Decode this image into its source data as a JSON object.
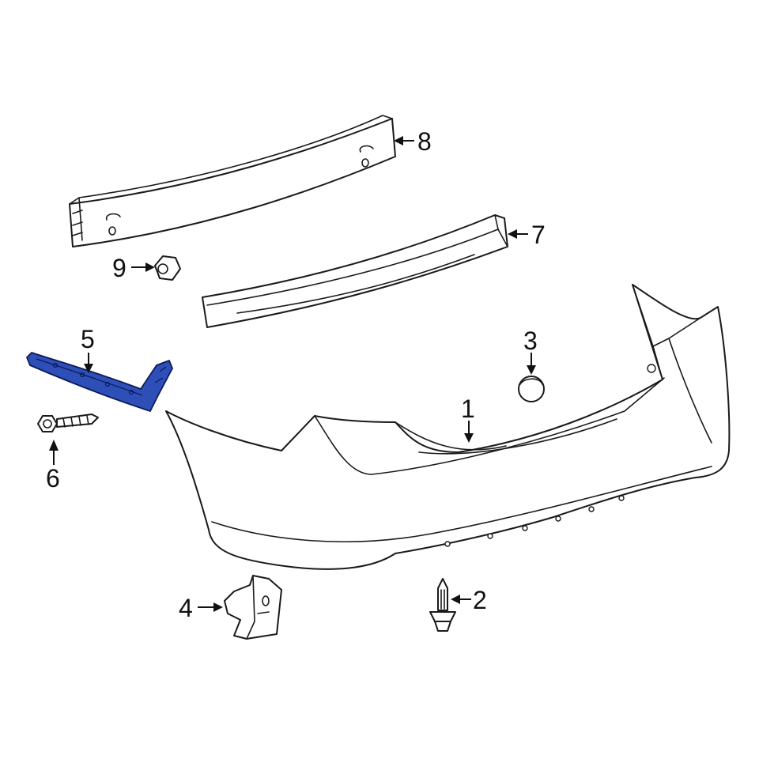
{
  "diagram": {
    "callouts": [
      {
        "id": "1",
        "label": "1"
      },
      {
        "id": "2",
        "label": "2"
      },
      {
        "id": "3",
        "label": "3"
      },
      {
        "id": "4",
        "label": "4"
      },
      {
        "id": "5",
        "label": "5"
      },
      {
        "id": "6",
        "label": "6"
      },
      {
        "id": "7",
        "label": "7"
      },
      {
        "id": "8",
        "label": "8"
      },
      {
        "id": "9",
        "label": "9"
      }
    ],
    "highlight_color": "#2f4fb8",
    "highlighted_part": "5",
    "line_color": "#1a1a1a",
    "background": "#ffffff"
  }
}
